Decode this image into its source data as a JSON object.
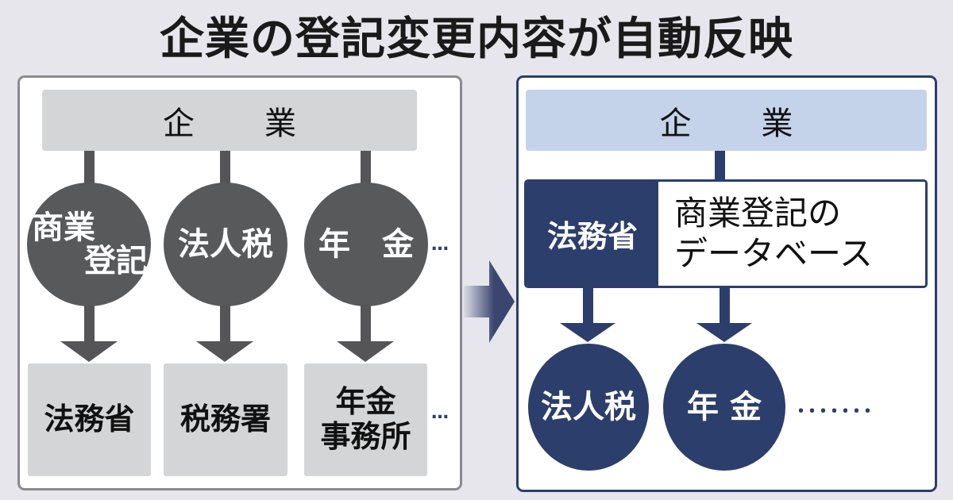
{
  "title": "企業の登記変更内容が自動反映",
  "before": {
    "company": "企　業",
    "procedures": [
      {
        "line1": "商業",
        "line2": "登記"
      },
      {
        "line1": "法人税"
      },
      {
        "line1": "年　金"
      }
    ],
    "ellipsis_top": "…",
    "agencies": [
      {
        "line1": "法務省"
      },
      {
        "line1": "税務署"
      },
      {
        "line1": "年金",
        "line2": "事務所"
      }
    ],
    "ellipsis_bottom": "…"
  },
  "after": {
    "company": "企　業",
    "ministry": "法務省",
    "database_line1": "商業登記の",
    "database_line2": "データベース",
    "targets": [
      "法人税",
      "年 金"
    ],
    "ellipsis": "･･･････"
  },
  "colors": {
    "navy": "#2c3e6b",
    "gray": "#58595b",
    "light_gray": "#d4d5d7",
    "light_blue": "#c5d3ea"
  }
}
